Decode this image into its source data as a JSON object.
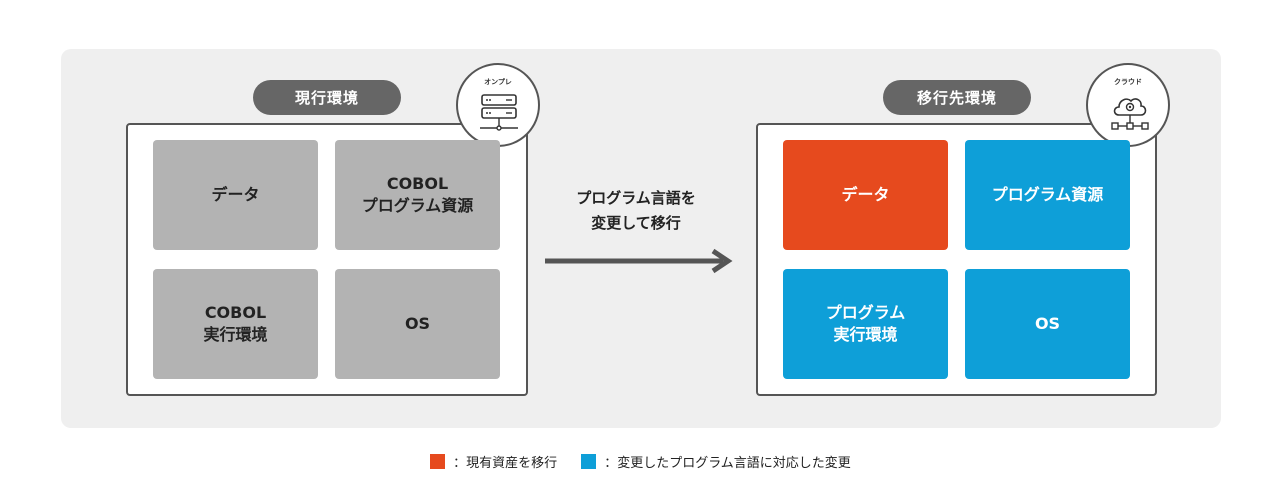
{
  "current_env": {
    "title": "現行環境",
    "badge_label": "オンプレ",
    "badge_icon": "server-icon",
    "boxes": [
      {
        "text": "データ"
      },
      {
        "text": "COBOL\nプログラム資源"
      },
      {
        "text": "COBOL\n実行環境"
      },
      {
        "text": "OS"
      }
    ]
  },
  "target_env": {
    "title": "移行先環境",
    "badge_label": "クラウド",
    "badge_icon": "cloud-network-icon",
    "boxes": [
      {
        "text": "データ"
      },
      {
        "text": "プログラム資源"
      },
      {
        "text": "プログラム\n実行環境"
      },
      {
        "text": "OS"
      }
    ]
  },
  "arrow": {
    "label": "プログラム言語を\n変更して移行"
  },
  "legend": [
    {
      "color": "#e64a1e",
      "text": "：現有資産を移行"
    },
    {
      "color": "#0e9fd8",
      "text": "：変更したプログラム言語に対応した変更"
    }
  ],
  "colors": {
    "gray_box": "#b3b3b3",
    "orange": "#e64a1e",
    "blue": "#0e9fd8",
    "pill": "#666666",
    "panel": "#efefef"
  }
}
